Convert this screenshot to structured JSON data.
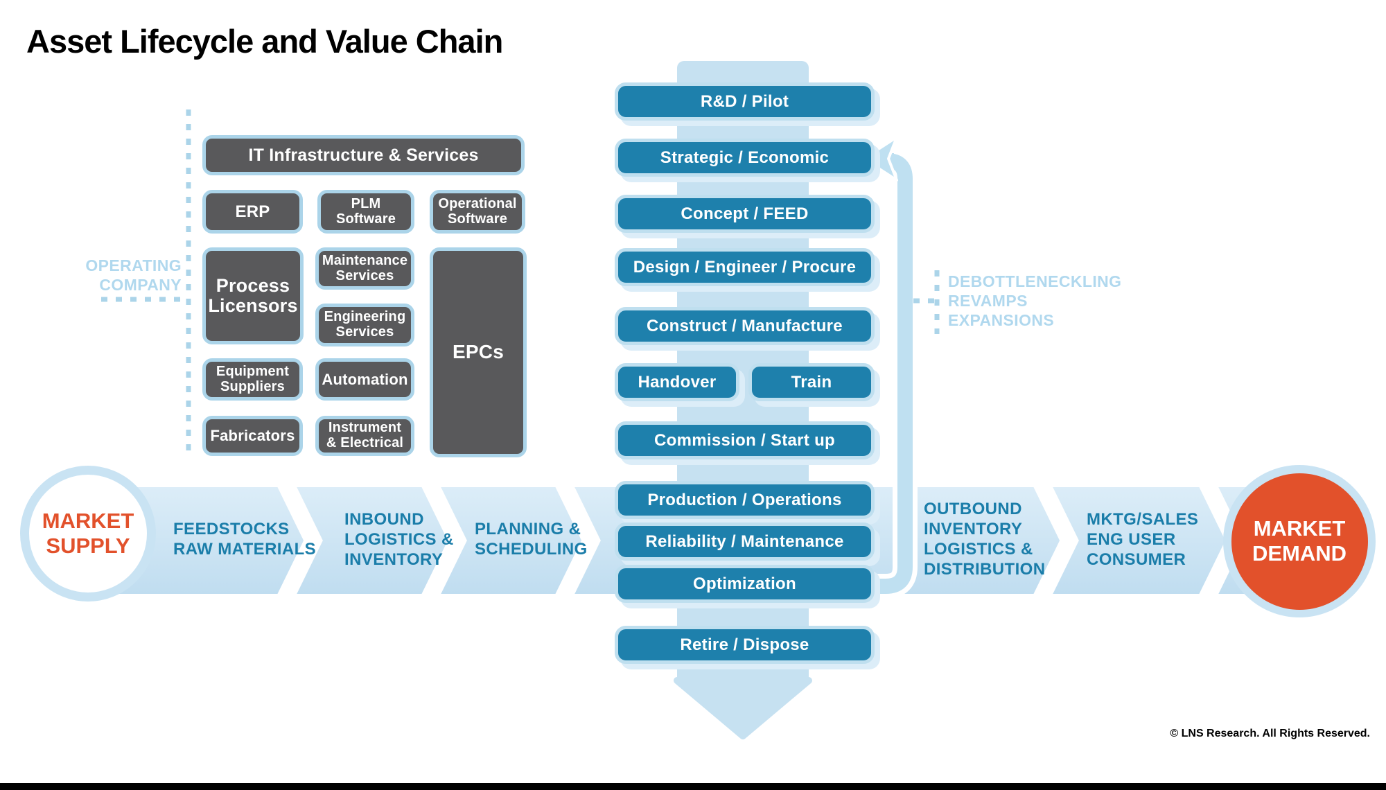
{
  "title": "Asset Lifecycle and Value Chain",
  "copyright": "© LNS Research. All Rights Reserved.",
  "colors": {
    "stage_blue": "#1E80AC",
    "stage_border": "#BFDFEF",
    "vertical_band": "#C6E1F1",
    "horizontal_band_top": "#DCEDF8",
    "horizontal_band_bottom": "#C0DDF0",
    "supplier_gray": "#59595B",
    "supplier_border": "#ABD4E9",
    "accent_orange": "#E2512B",
    "light_blue_label": "#B0D8EE",
    "chain_text_blue": "#1A7DA9"
  },
  "lifecycle_stages": [
    "R&D / Pilot",
    "Strategic / Economic",
    "Concept / FEED",
    "Design / Engineer / Procure",
    "Construct / Manufacture",
    "Handover",
    "Train",
    "Commission / Start up",
    "Production / Operations",
    "Reliability / Maintenance",
    "Optimization",
    "Retire / Dispose"
  ],
  "supplier_boxes": [
    "IT Infrastructure & Services",
    "ERP",
    "PLM\nSoftware",
    "Operational\nSoftware",
    "Process\nLicensors",
    "Maintenance\nServices",
    "Engineering\nServices",
    "EPCs",
    "Equipment\nSuppliers",
    "Automation",
    "Fabricators",
    "Instrument\n& Electrical"
  ],
  "annotations": {
    "operating_company": "OPERATING\nCOMPANY",
    "feedback_loop": "DEBOTTLENECKLING\nREVAMPS\nEXPANSIONS"
  },
  "value_chain": {
    "market_supply": "MARKET\nSUPPLY",
    "market_demand": "MARKET\nDEMAND",
    "segments": [
      "FEEDSTOCKS\nRAW MATERIALS",
      "INBOUND\nLOGISTICS &\nINVENTORY",
      "PLANNING &\nSCHEDULING",
      "OUTBOUND\nINVENTORY\nLOGISTICS &\nDISTRIBUTION",
      "MKTG/SALES\nENG USER\nCONSUMER"
    ]
  }
}
